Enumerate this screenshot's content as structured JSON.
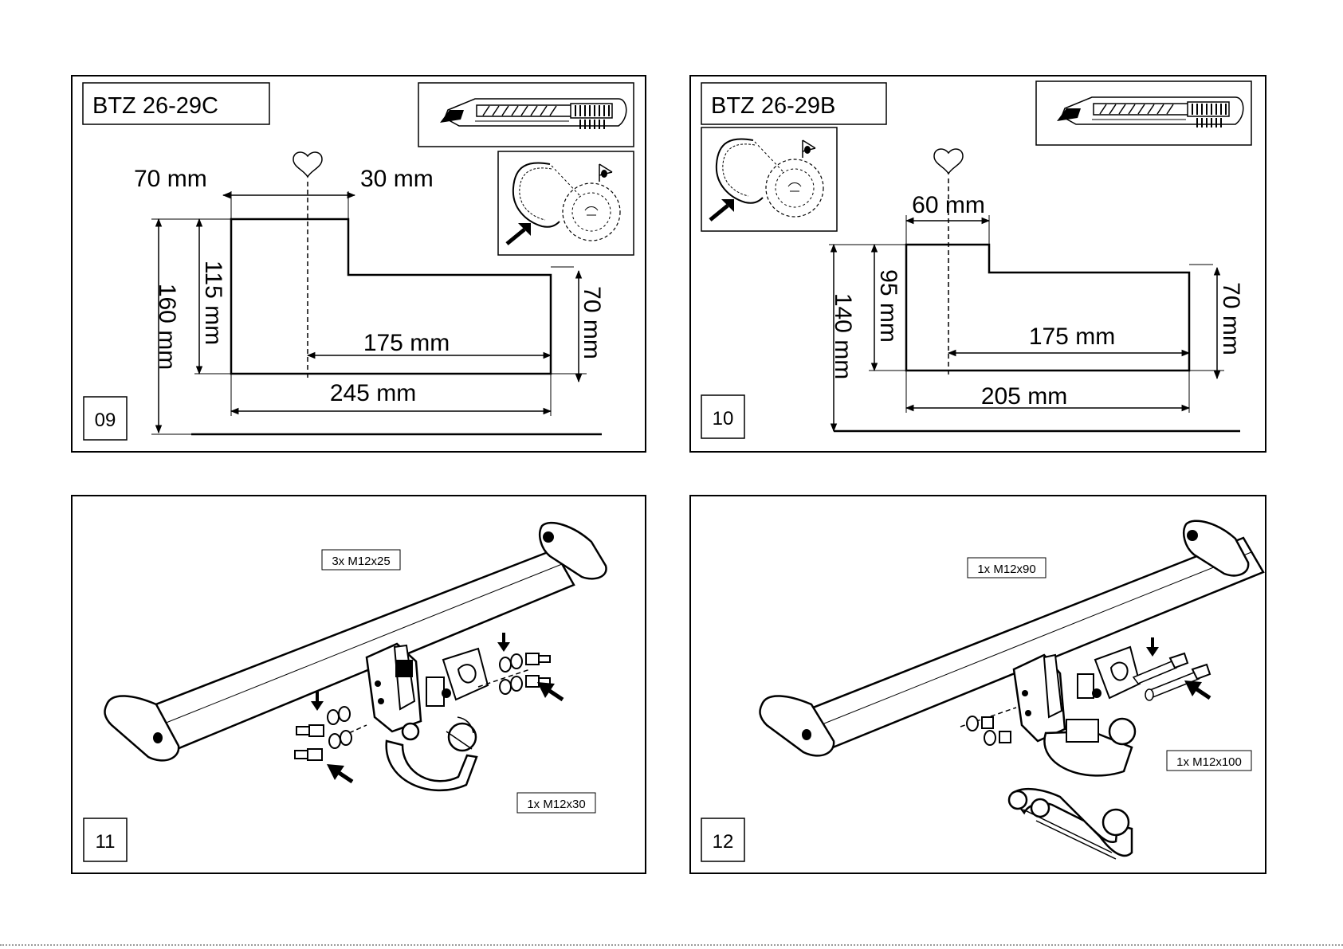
{
  "panels": [
    {
      "number": "09",
      "model": "BTZ 26-29C",
      "dims": {
        "top_left": "70 mm",
        "top_right": "30 mm",
        "outer_height": "160 mm",
        "inner_height": "115 mm",
        "right_height": "70 mm",
        "inner_width": "175 mm",
        "total_width": "245 mm"
      },
      "icons": [
        "utility-knife-icon",
        "cut-out-icon"
      ]
    },
    {
      "number": "10",
      "model": "BTZ 26-29B",
      "dims": {
        "top_width": "60 mm",
        "outer_height": "140 mm",
        "inner_height": "95 mm",
        "right_height": "70 mm",
        "inner_width": "175 mm",
        "total_width": "205 mm"
      },
      "icons": [
        "utility-knife-icon",
        "cut-out-icon"
      ]
    },
    {
      "number": "11",
      "labels": {
        "bolts_top": "3x M12x25",
        "bolts_bottom": "1x M12x30"
      },
      "icons": [
        "tow-bar-assembly-icon"
      ]
    },
    {
      "number": "12",
      "labels": {
        "bolt_long": "1x M12x90",
        "bolt_longer": "1x M12x100"
      },
      "icons": [
        "tow-bar-assembly-icon",
        "detachable-ball-icon"
      ]
    }
  ]
}
